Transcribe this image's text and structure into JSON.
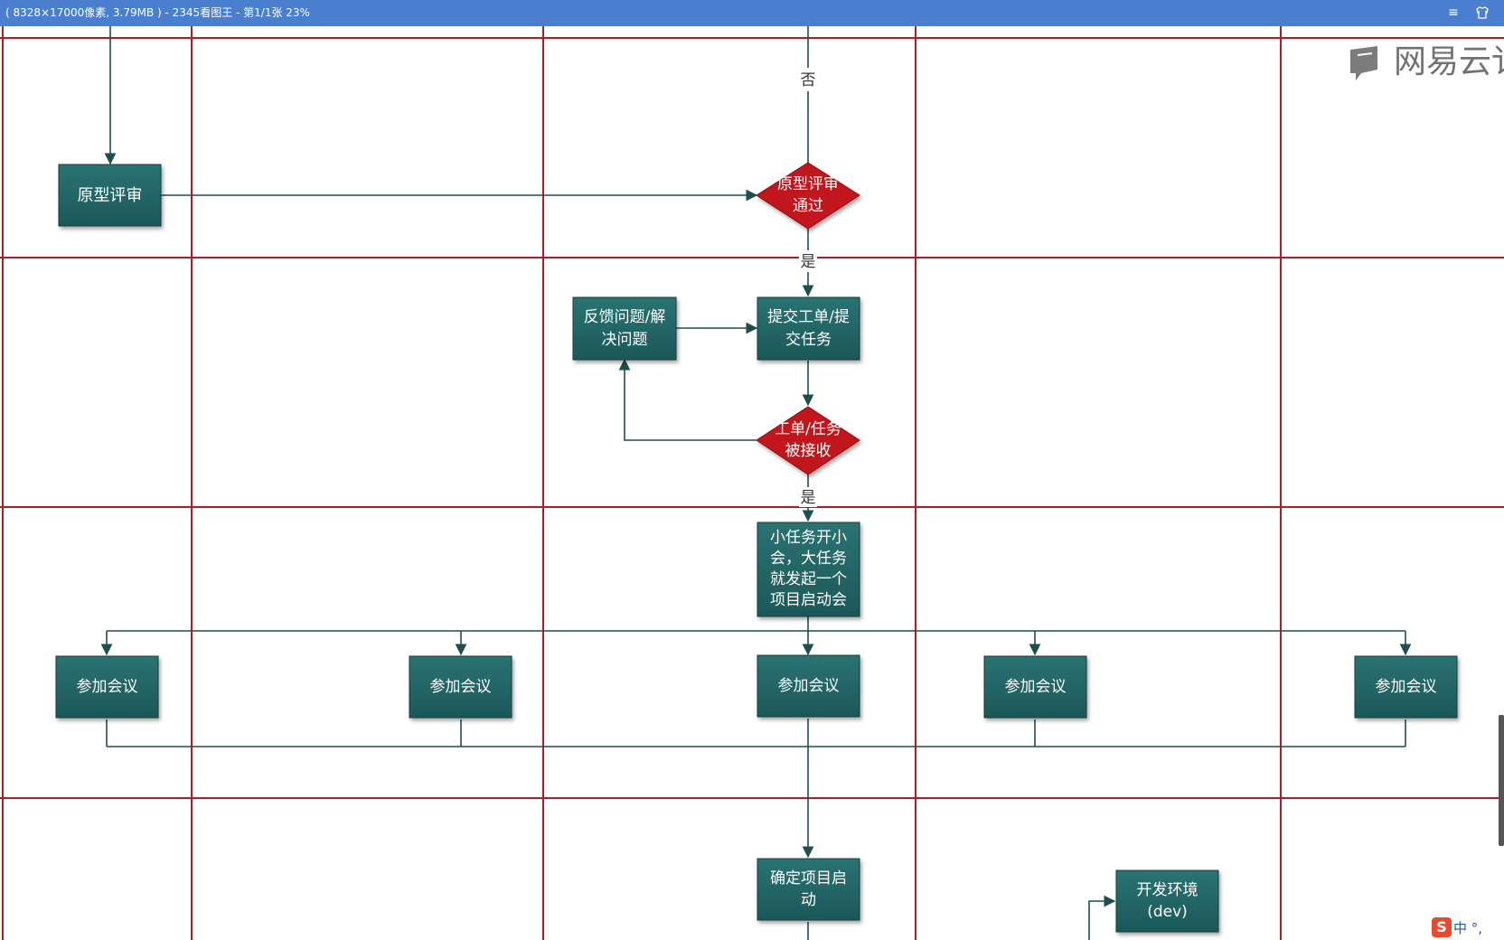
{
  "titlebar": {
    "title": "( 8328×17000像素, 3.79MB ) - 2345看图王 - 第1/1张 23%",
    "menu_icon": "≡",
    "skin_icon": "shirt-icon"
  },
  "watermark": {
    "text": "网易云讠"
  },
  "ime": {
    "logo": "S",
    "label": "中 °,"
  },
  "flowchart": {
    "nodes": {
      "prototype_review": "原型评审",
      "review_passed_1": "原型评审",
      "review_passed_2": "通过",
      "feedback_1": "反馈问题/解",
      "feedback_2": "决问题",
      "submit_ticket_1": "提交工单/提",
      "submit_ticket_2": "交任务",
      "ticket_accepted_1": "工单/任务",
      "ticket_accepted_2": "被接收",
      "kickoff_1": "小任务开小",
      "kickoff_2": "会，大任务",
      "kickoff_3": "就发起一个",
      "kickoff_4": "项目启动会",
      "attend_meeting": "参加会议",
      "confirm_start_1": "确定项目启",
      "confirm_start_2": "动",
      "dev_env_1": "开发环境",
      "dev_env_2": "(dev)"
    },
    "edges": {
      "no": "否",
      "yes": "是"
    }
  }
}
